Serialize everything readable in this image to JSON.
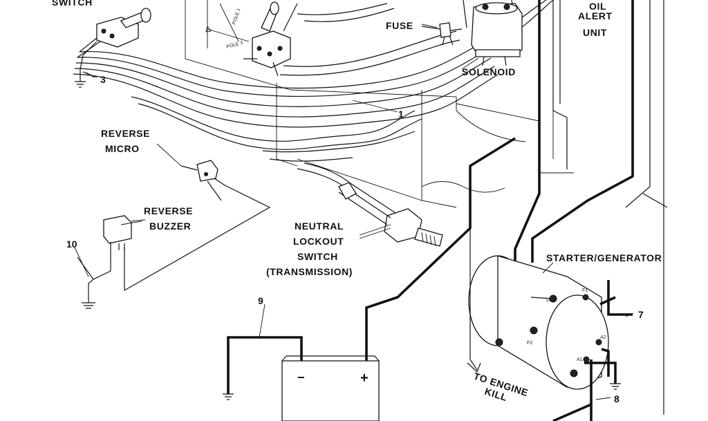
{
  "labels": {
    "switch": "SWITCH",
    "oil_alert_unit": [
      "OIL",
      "ALERT",
      "UNIT"
    ],
    "fuse": "FUSE",
    "solenoid": "SOLENOID",
    "reverse_micro": [
      "REVERSE",
      "MICRO"
    ],
    "reverse_buzzer": [
      "REVERSE",
      "BUZZER"
    ],
    "neutral_lockout": [
      "NEUTRAL",
      "LOCKOUT",
      "SWITCH",
      "(TRANSMISSION)"
    ],
    "starter_generator": "STARTER/GENERATOR",
    "to_engine_kill": [
      "TO ENGINE",
      "KILL"
    ],
    "pole_1": "POLE 1",
    "pole_3": "POLE 3",
    "battery_neg": "−",
    "battery_pos": "+",
    "terminals": [
      "DF",
      "F1",
      "A2",
      "A1",
      "F2"
    ]
  },
  "wire_numbers": {
    "w1": "1",
    "w3": "3",
    "w7": "7",
    "w8": "8",
    "w9": "9",
    "w10": "10"
  }
}
